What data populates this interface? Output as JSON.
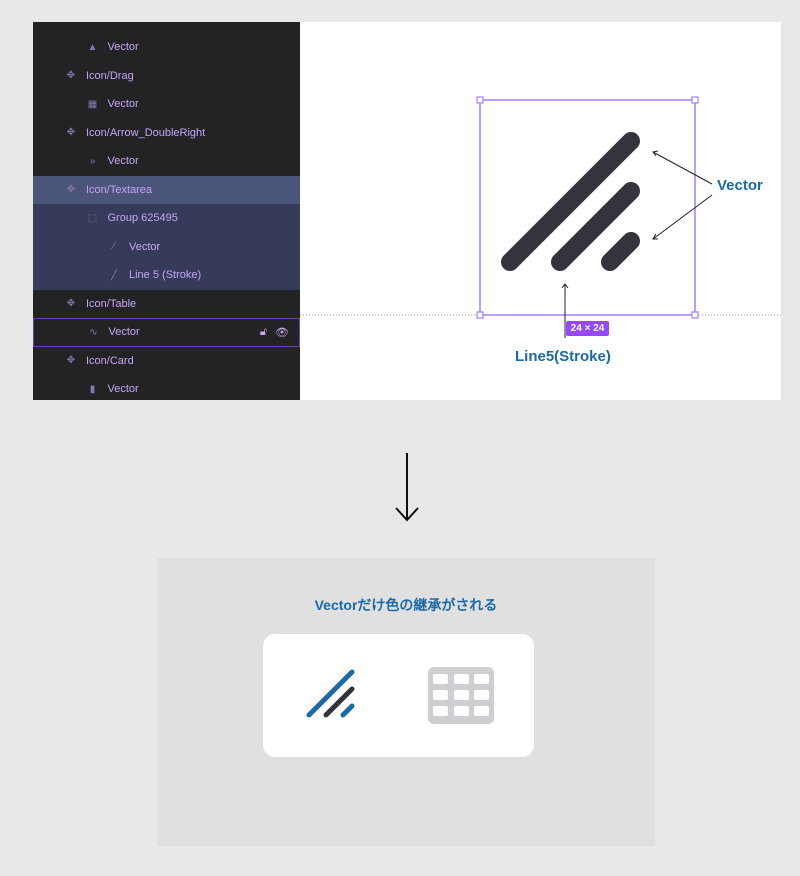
{
  "layers": [
    {
      "label": "Vector",
      "depth": 2,
      "icon": "vector-triangle-icon",
      "state": ""
    },
    {
      "label": "Icon/Drag",
      "depth": 1,
      "icon": "component-icon",
      "state": ""
    },
    {
      "label": "Vector",
      "depth": 2,
      "icon": "grid-icon",
      "state": ""
    },
    {
      "label": "Icon/Arrow_DoubleRight",
      "depth": 1,
      "icon": "component-icon",
      "state": ""
    },
    {
      "label": "Vector",
      "depth": 2,
      "icon": "double-chevron-icon",
      "state": ""
    },
    {
      "label": "Icon/Textarea",
      "depth": 1,
      "icon": "component-icon",
      "state": "sel"
    },
    {
      "label": "Group 625495",
      "depth": 2,
      "icon": "group-icon",
      "state": "child"
    },
    {
      "label": "Vector",
      "depth": 3,
      "icon": "vector-lines-icon",
      "state": "child"
    },
    {
      "label": "Line 5 (Stroke)",
      "depth": 3,
      "icon": "line-icon",
      "state": "child"
    },
    {
      "label": "Icon/Table",
      "depth": 1,
      "icon": "component-icon",
      "state": ""
    },
    {
      "label": "Vector",
      "depth": 2,
      "icon": "vector-path-icon",
      "state": "hover"
    },
    {
      "label": "Icon/Card",
      "depth": 1,
      "icon": "component-icon",
      "state": ""
    },
    {
      "label": "Vector",
      "depth": 2,
      "icon": "card-icon",
      "state": ""
    }
  ],
  "canvas": {
    "size_badge": "24 × 24",
    "annotation_vector": "Vector",
    "annotation_line": "Line5(Stroke)"
  },
  "result": {
    "title": "Vectorだけ色の継承がされる"
  },
  "colors": {
    "accent": "#9747ff",
    "annotation": "#1b6aa8",
    "icon_dark": "#35343c"
  }
}
